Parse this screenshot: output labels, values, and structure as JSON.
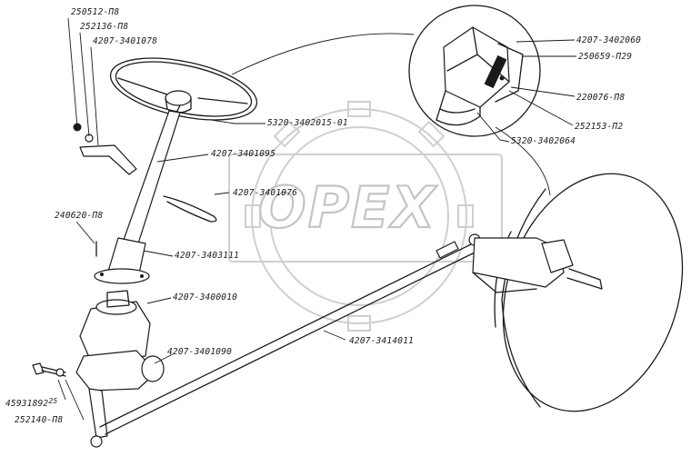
{
  "watermark": {
    "text": "OPEX"
  },
  "callouts": {
    "nut_top": "250512-П8",
    "washer_top": "252136-П8",
    "bracket": "4207-3401078",
    "wheel": "5320-3402015-01",
    "column": "4207-3401095",
    "clamp": "4207-3401076",
    "screw_left": "240620-П8",
    "column_housing": "4207-3403111",
    "steering_gear": "4207-3400010",
    "pitman_arm": "4207-3401090",
    "bolt": "45931892",
    "bolt_suffix": "25",
    "washer_bottom": "252140-П8",
    "drag_link": "4207-3414011",
    "detail_cap": "4207-3402060",
    "detail_washer": "250659-П29",
    "detail_ring": "220076-П8",
    "detail_screw": "252153-П2",
    "detail_hub": "5320-3402064"
  }
}
